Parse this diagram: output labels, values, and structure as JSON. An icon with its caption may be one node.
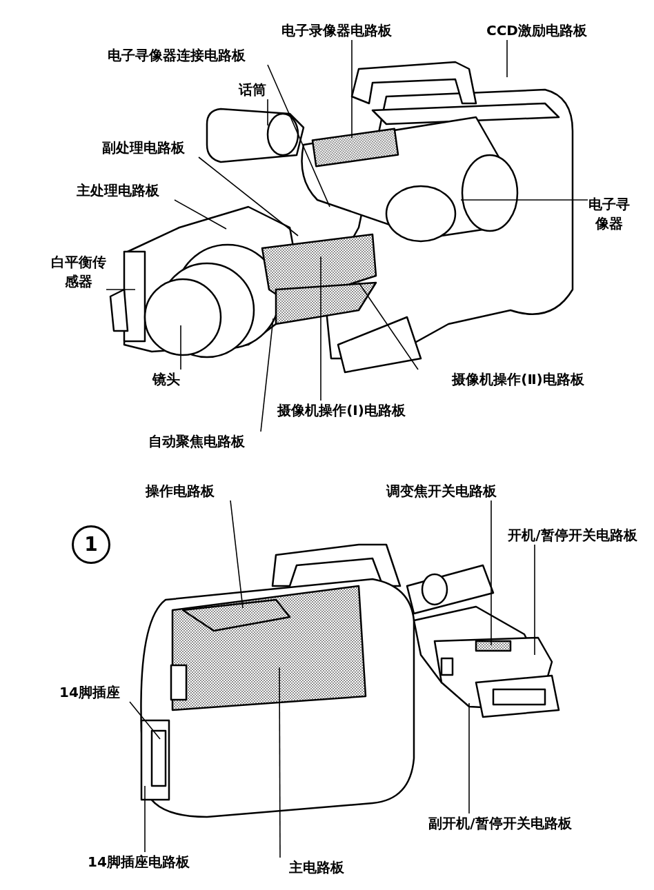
{
  "diagram": {
    "nodes": [
      {
        "text": [
          "电子录像器电路板"
        ]
      },
      {
        "text": [
          "CCD激励电路板"
        ]
      },
      {
        "text": [
          "电子寻像器连接电路板"
        ]
      },
      {
        "text": [
          "话筒"
        ]
      },
      {
        "text": [
          "副处理电路板"
        ]
      },
      {
        "text": [
          "主处理电路板"
        ]
      },
      {
        "text": [
          "电子寻像器"
        ]
      },
      {
        "text": [
          "白平衡传感器"
        ]
      },
      {
        "text": [
          "镜头"
        ]
      },
      {
        "text": [
          "摄像机操作(Ⅱ)电路板"
        ]
      },
      {
        "text": [
          "摄像机操作(Ⅰ)电路板"
        ]
      },
      {
        "text": [
          "自动聚焦电路板"
        ]
      },
      {
        "text": [
          "操作电路板"
        ]
      },
      {
        "text": [
          "调变焦开关电路板"
        ]
      },
      {
        "text": [
          "开机/暂停开关电路板"
        ]
      },
      {
        "text": [
          "1"
        ]
      },
      {
        "text": [
          "14脚插座"
        ]
      },
      {
        "text": [
          "副开机/暂停开关电路板"
        ]
      },
      {
        "text": [
          "14脚插座电路板"
        ]
      },
      {
        "text": [
          "主电路板"
        ]
      }
    ],
    "edges": [
      {
        "from": 0,
        "to": null,
        "arrow": "none"
      },
      {
        "from": 1,
        "to": null,
        "arrow": "none"
      },
      {
        "from": 2,
        "to": null,
        "arrow": "none"
      },
      {
        "from": 3,
        "to": null,
        "arrow": "none"
      },
      {
        "from": 4,
        "to": null,
        "arrow": "none"
      },
      {
        "from": 5,
        "to": null,
        "arrow": "none"
      },
      {
        "from": 6,
        "to": null,
        "arrow": "none"
      },
      {
        "from": 7,
        "to": null,
        "arrow": "none"
      },
      {
        "from": 8,
        "to": null,
        "arrow": "none"
      },
      {
        "from": 9,
        "to": null,
        "arrow": "none"
      },
      {
        "from": 10,
        "to": null,
        "arrow": "none"
      },
      {
        "from": 11,
        "to": null,
        "arrow": "none"
      },
      {
        "from": 12,
        "to": null,
        "arrow": "none"
      },
      {
        "from": 13,
        "to": null,
        "arrow": "none"
      },
      {
        "from": 14,
        "to": null,
        "arrow": "none"
      },
      {
        "from": 16,
        "to": null,
        "arrow": "none"
      },
      {
        "from": 17,
        "to": null,
        "arrow": "none"
      },
      {
        "from": 18,
        "to": null,
        "arrow": "none"
      },
      {
        "from": 19,
        "to": null,
        "arrow": "none"
      }
    ]
  }
}
